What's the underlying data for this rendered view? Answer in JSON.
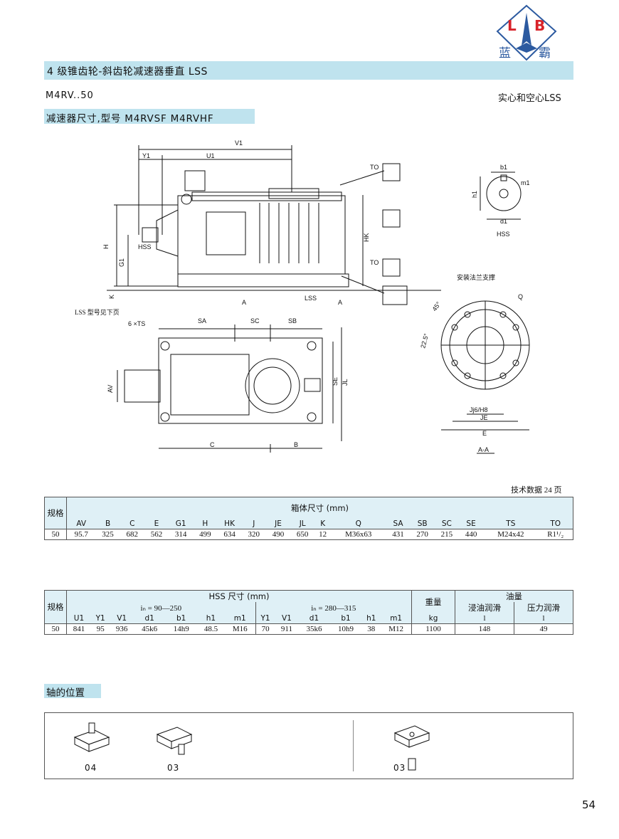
{
  "logo": {
    "letters_left": "L",
    "letters_right": "B",
    "name_left": "蓝",
    "name_right": "霸"
  },
  "section_title": "4 级锥齿轮-斜齿轮减速器垂直 LSS",
  "model": "M4RV..50",
  "model_note": "实心和空心LSS",
  "subtitle": "减速器尺寸,型号 M4RVSF  M4RVHF",
  "drawing": {
    "dims_top": [
      "V1",
      "Y1",
      "U1"
    ],
    "dims_left": [
      "H",
      "G1",
      "K",
      "HSS"
    ],
    "dims_right": [
      "HK",
      "TO",
      "TO",
      "A",
      "A",
      "LSS"
    ],
    "lss_note": "LSS 型号见下页",
    "ts_label": "6 ×TS",
    "plan_dims": [
      "SA",
      "SC",
      "SB",
      "AV",
      "SE",
      "JL",
      "C",
      "B"
    ],
    "flange_title": "安装法兰支撑",
    "flange_dims": [
      "Q",
      "45°",
      "22.5°",
      "Jj6/H8",
      "JE",
      "E",
      "A-A"
    ],
    "shaft_dims": [
      "b1",
      "m1",
      "h1",
      "d1",
      "HSS"
    ]
  },
  "tech_note": "技术数据 24 页",
  "table1": {
    "size_label": "规格",
    "group_title": "箱体尺寸 (mm)",
    "headers": [
      "AV",
      "B",
      "C",
      "E",
      "G1",
      "H",
      "HK",
      "J",
      "JE",
      "JL",
      "K",
      "Q",
      "SA",
      "SB",
      "SC",
      "SE",
      "TS",
      "TO"
    ],
    "row_size": "50",
    "values": [
      "95.7",
      "325",
      "682",
      "562",
      "314",
      "499",
      "634",
      "320",
      "490",
      "650",
      "12",
      "M36x63",
      "431",
      "270",
      "215",
      "440",
      "M24x42",
      "R1¹/₂"
    ]
  },
  "table2": {
    "size_label": "规格",
    "group_title": "HSS 尺寸 (mm)",
    "range1": "iₙ = 90—250",
    "range2": "iₙ = 280—315",
    "weight_title": "重量",
    "weight_unit": "kg",
    "oil_title": "油量",
    "oil_bath": "浸油润滑",
    "oil_pressure": "压力润滑",
    "oil_unit_bath": "l",
    "oil_unit_pressure": "l",
    "headers1": [
      "U1",
      "Y1",
      "V1",
      "d1",
      "b1",
      "h1",
      "m1"
    ],
    "headers2": [
      "Y1",
      "V1",
      "d1",
      "b1",
      "h1",
      "m1"
    ],
    "row_size": "50",
    "values1": [
      "841",
      "95",
      "936",
      "45k6",
      "14h9",
      "48.5",
      "M16"
    ],
    "values2": [
      "70",
      "911",
      "35k6",
      "10h9",
      "38",
      "M12"
    ],
    "weight": "1100",
    "oil_bath_value": "148",
    "oil_pressure_value": "49"
  },
  "shaft_section_title": "轴的位置",
  "positions": [
    "04",
    "03",
    "03"
  ],
  "page_number": "54"
}
